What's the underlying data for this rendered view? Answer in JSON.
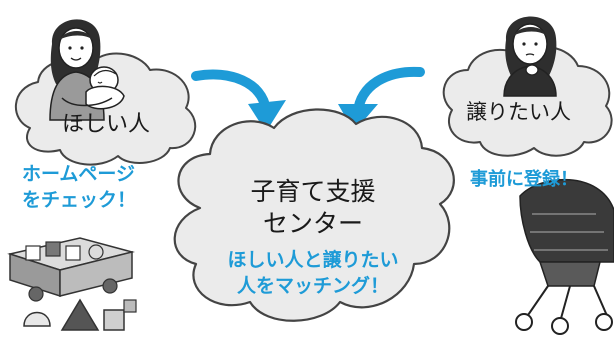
{
  "left_cloud": {
    "label": "ほしい人"
  },
  "right_cloud": {
    "label": "譲りたい人"
  },
  "left_caption": {
    "line1": "ホームページ",
    "line2": "をチェック！"
  },
  "right_caption": {
    "text": "事前に登録！"
  },
  "center": {
    "title_line1": "子育て支援",
    "title_line2": "センター",
    "subtitle_line1": "ほしい人と譲りたい",
    "subtitle_line2": "人をマッチング！"
  },
  "colors": {
    "accent": "#1e9bd7",
    "text": "#1a1a1a",
    "cloud_fill": "#ebebeb",
    "line": "#444444"
  },
  "icons": [
    "mother-with-baby-icon",
    "woman-thinking-icon",
    "left-arrow-icon",
    "right-arrow-icon",
    "toy-blocks-icon",
    "baby-stroller-icon"
  ]
}
